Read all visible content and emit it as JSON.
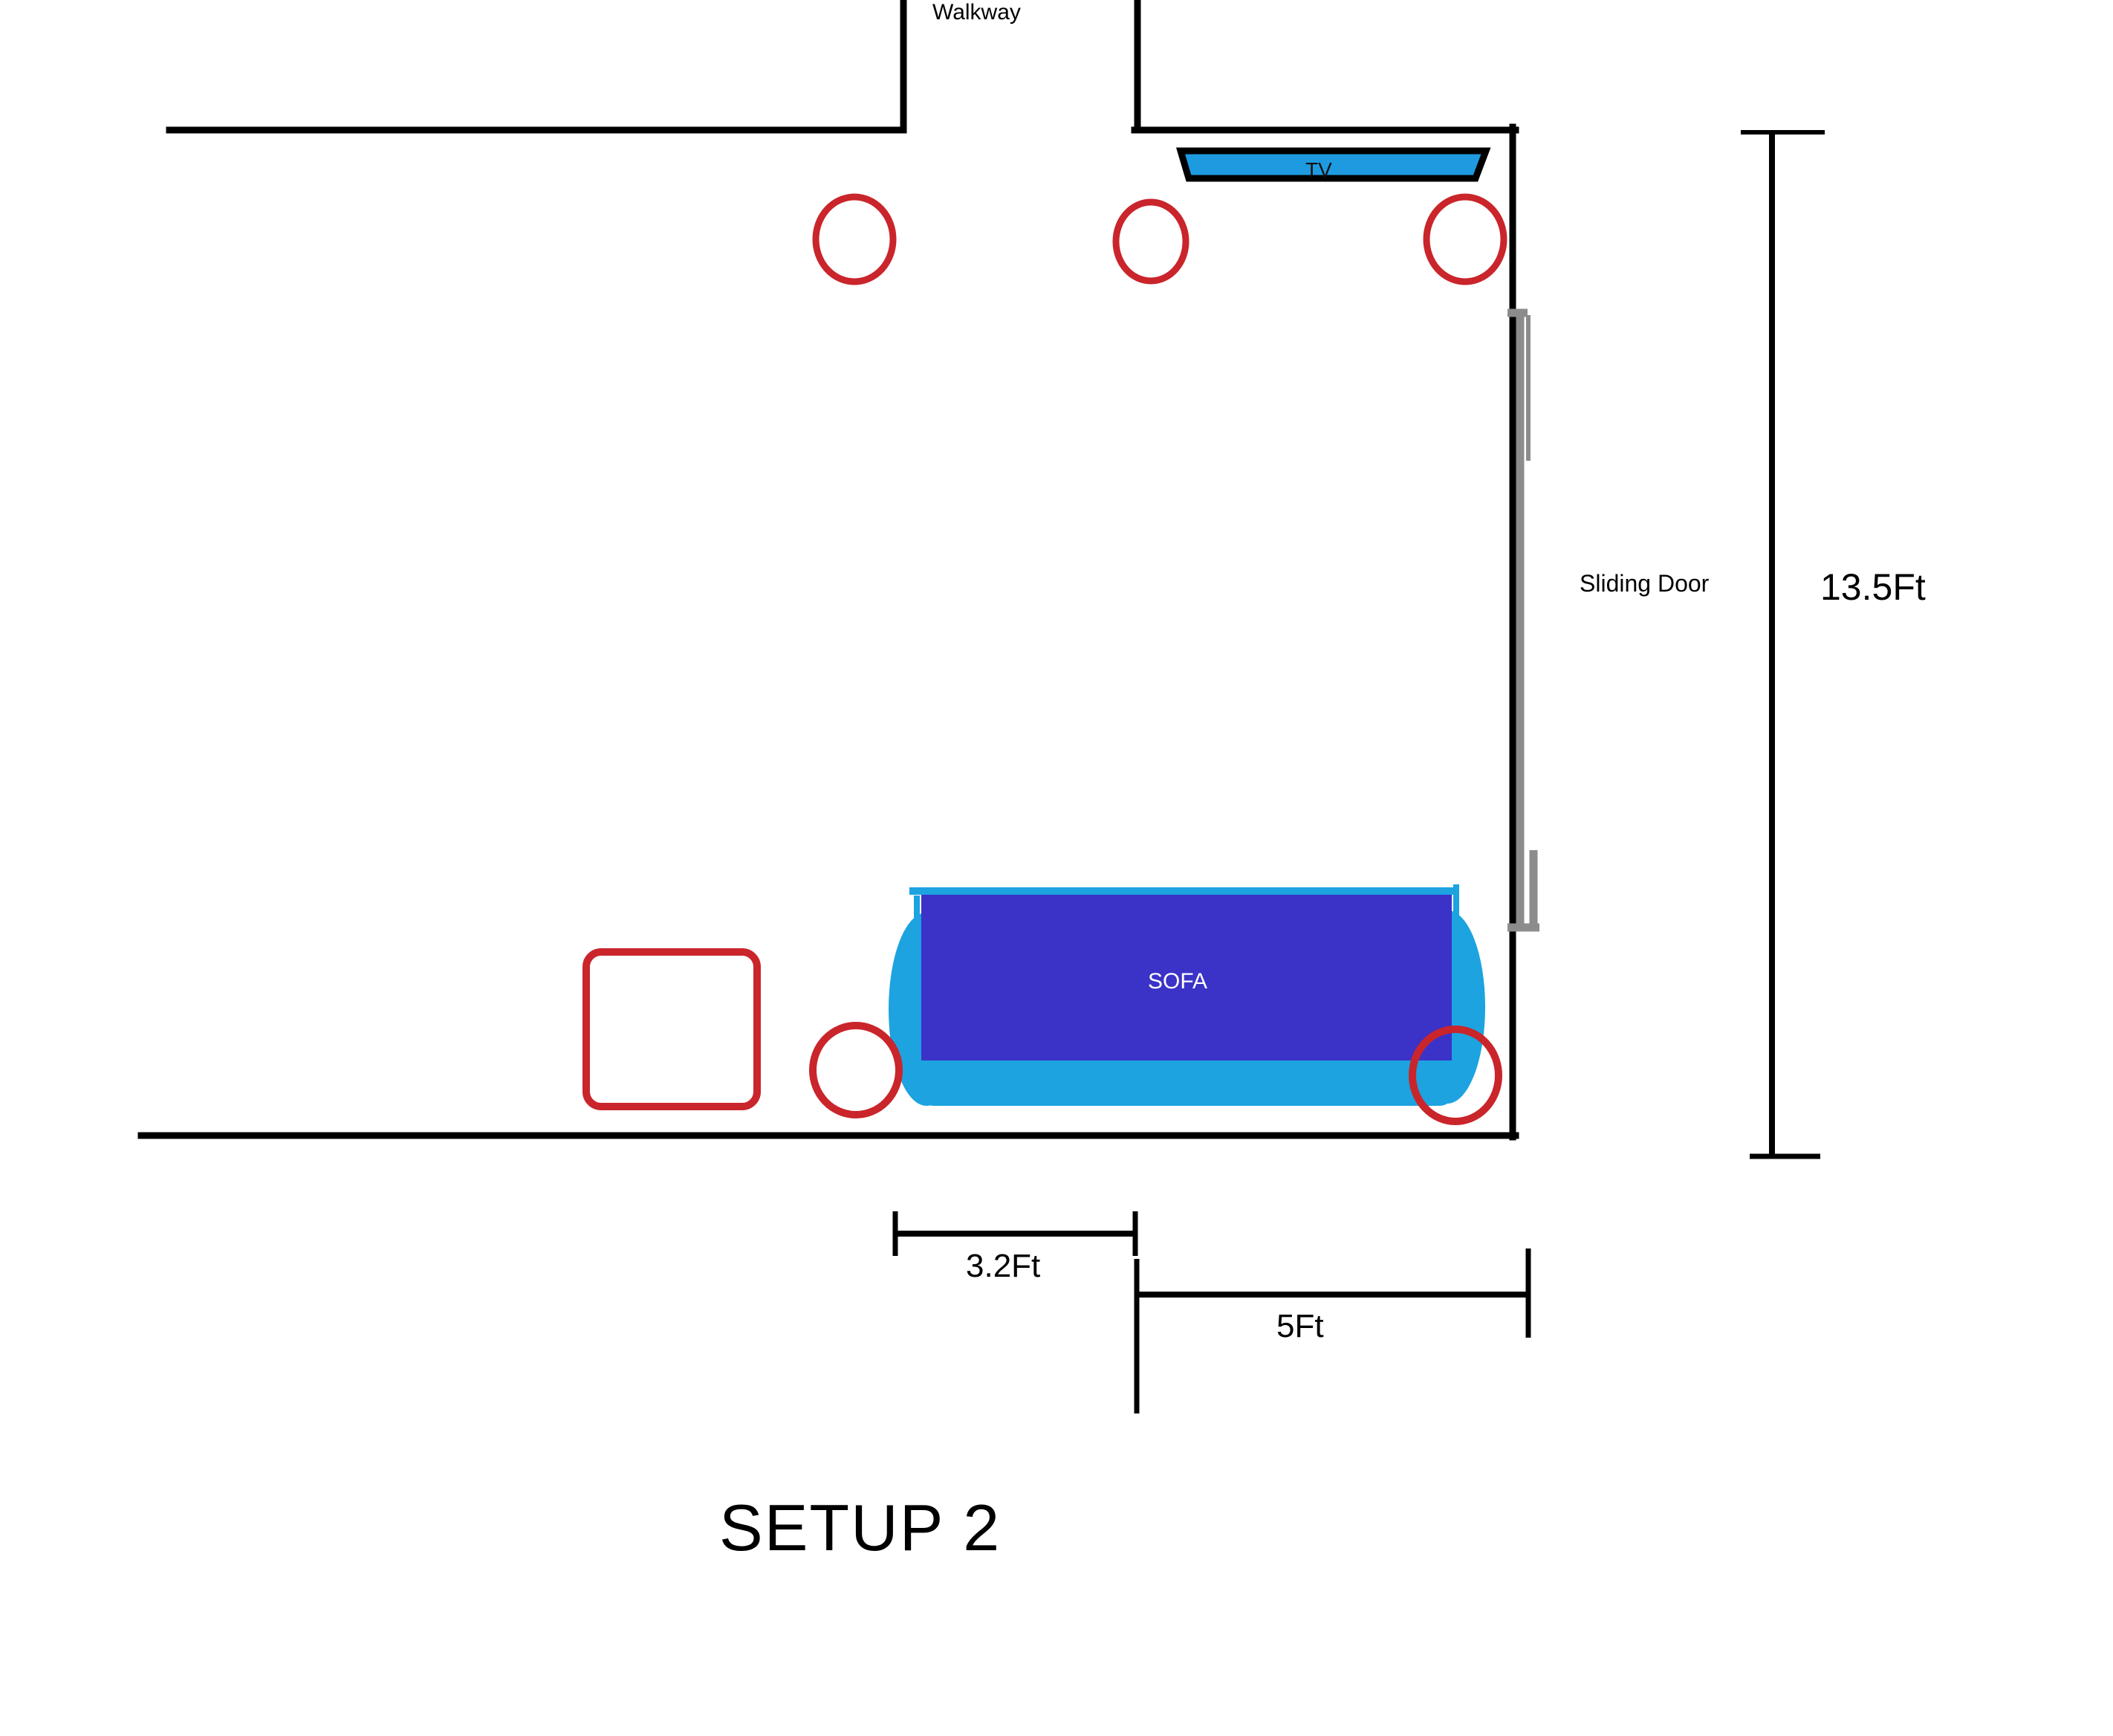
{
  "diagram": {
    "title": "SETUP 2",
    "type": "floor-plan",
    "background_color": "#ffffff"
  },
  "labels": {
    "walkway": "Walkway",
    "tv": "TV",
    "sofa": "SOFA",
    "sliding_door": "Sliding Door"
  },
  "dimensions": {
    "room_height": "13.5Ft",
    "sofa_left_gap": "3.2Ft",
    "sofa_right_span": "5Ft"
  },
  "colors": {
    "wall": "#000000",
    "tv_fill": "#1E9BE0",
    "tv_outline": "#000000",
    "sofa_base": "#1CA3E0",
    "sofa_back": "#3B32C8",
    "marker_red": "#C9252B",
    "sliding_door_gray": "#8C8C8C",
    "dimension_line": "#000000",
    "sofa_label_text": "#ffffff"
  },
  "markers": {
    "top_circles_count": 3,
    "bottom_circles_count": 2,
    "square_count": 1
  }
}
